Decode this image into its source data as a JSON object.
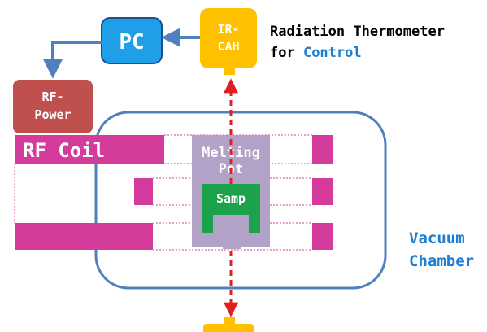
{
  "nodes": {
    "pc": "PC",
    "ir_cah_line1": "IR-",
    "ir_cah_line2": "CAH",
    "rf_power_line1": "RF-",
    "rf_power_line2": "Power",
    "rf_coil": "RF Coil",
    "melting_pot_line1": "Melting",
    "melting_pot_line2": "Pot",
    "sample": "Samp"
  },
  "labels": {
    "thermometer_line1": "Radiation Thermometer",
    "thermometer_line2_prefix": "for ",
    "thermometer_line2_highlight": "Control",
    "vacuum_line1": "Vacuum",
    "vacuum_line2": "Chamber"
  },
  "colors": {
    "pc_fill": "#1f9fe8",
    "pc_border": "#1f4e8c",
    "ir_cah_fill": "#ffc000",
    "rf_power_fill": "#c0504d",
    "rf_coil_fill": "#d43c9c",
    "melting_pot_fill": "#b3a2c7",
    "sample_fill": "#1aa34a",
    "arrow_blue": "#4f81bd",
    "arrow_red": "#e02020",
    "chamber_border": "#4f81bd",
    "label_blue": "#1f7fd0"
  }
}
